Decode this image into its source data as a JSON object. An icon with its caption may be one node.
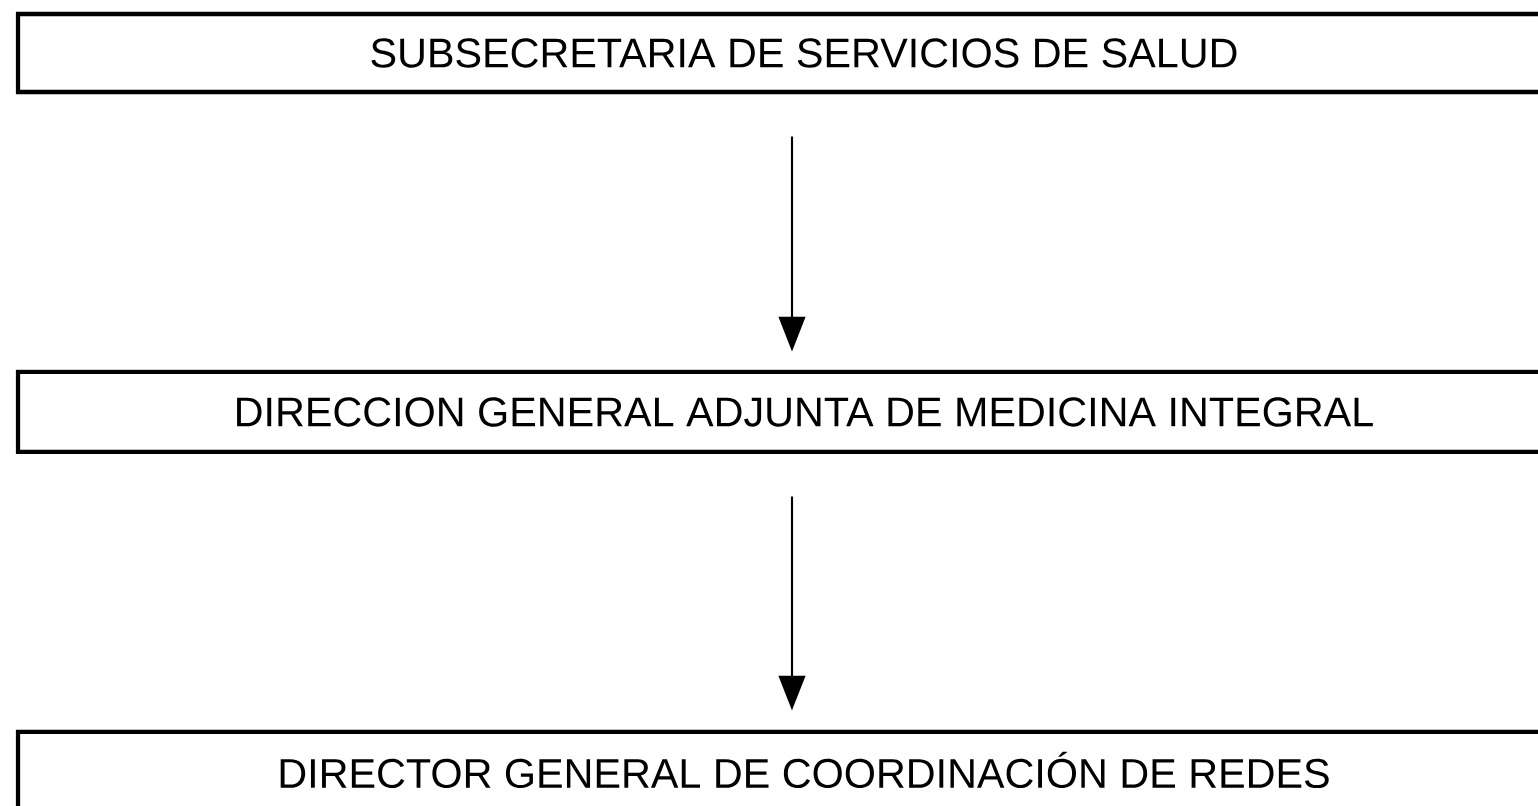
{
  "diagram": {
    "nodes": [
      {
        "text": [
          "SUBSECRETARIA  DE SERVICIOS DE SALUD"
        ]
      },
      {
        "text": [
          "DIRECCION GENERAL ADJUNTA DE MEDICINA INTEGRAL"
        ]
      },
      {
        "text": [
          "DIRECTOR GENERAL DE COORDINACIÓN DE REDES"
        ]
      }
    ],
    "edges": [
      {
        "from": 0,
        "to": 1,
        "arrow": "to"
      },
      {
        "from": 1,
        "to": 2,
        "arrow": "to"
      }
    ]
  }
}
